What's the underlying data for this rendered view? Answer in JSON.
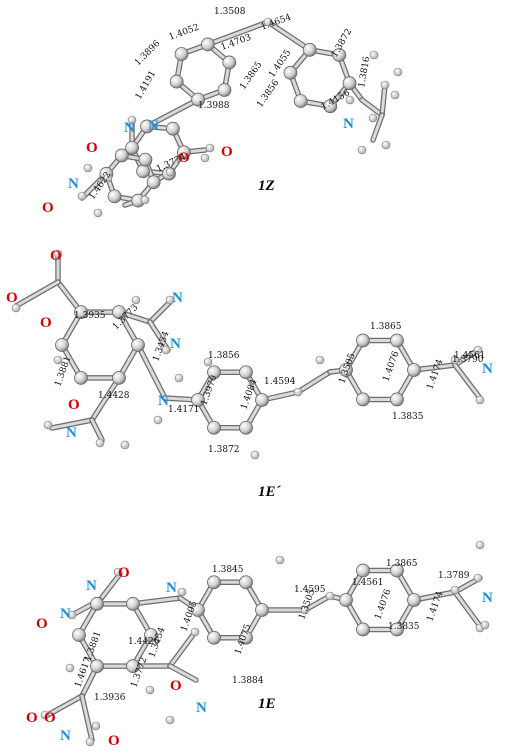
{
  "colors": {
    "O": "#d40000",
    "N": "#1a8fd6",
    "label": "#000000"
  },
  "molecules": [
    {
      "caption": "1Z",
      "bond_lengths": [
        "1.3508",
        "1.4654",
        "1.3872",
        "1.4052",
        "1.4703",
        "1.3896",
        "1.4055",
        "1.3816",
        "1.3865",
        "1.4191",
        "1.3988",
        "1.3856",
        "1.4156",
        "1.3774",
        "1.4622"
      ],
      "elements": [
        "N",
        "O",
        "N",
        "O",
        "O",
        "N",
        "N",
        "O"
      ]
    },
    {
      "caption": "1E´",
      "bond_lengths": [
        "1.3935",
        "1.3773",
        "1.3865",
        "1.3856",
        "1.4561",
        "1.3790",
        "1.3881",
        "1.4428",
        "1.3454",
        "1.4594",
        "1.4171",
        "1.3970",
        "1.3505",
        "1.4076",
        "1.4174",
        "1.4084",
        "1.3835",
        "1.3872"
      ],
      "elements": [
        "O",
        "O",
        "N",
        "O",
        "N",
        "N",
        "O",
        "N",
        "N"
      ]
    },
    {
      "caption": "1E",
      "bond_lengths": [
        "1.3865",
        "1.3845",
        "1.4561",
        "1.3789",
        "1.4005",
        "1.4595",
        "1.4426",
        "1.3454",
        "1.3505",
        "1.4076",
        "1.4174",
        "1.3881",
        "1.4075",
        "1.3835",
        "1.3884",
        "1.4617",
        "1.3772",
        "1.3936"
      ],
      "elements": [
        "N",
        "O",
        "N",
        "O",
        "N",
        "N",
        "O",
        "N",
        "O",
        "O",
        "N",
        "O"
      ]
    }
  ]
}
